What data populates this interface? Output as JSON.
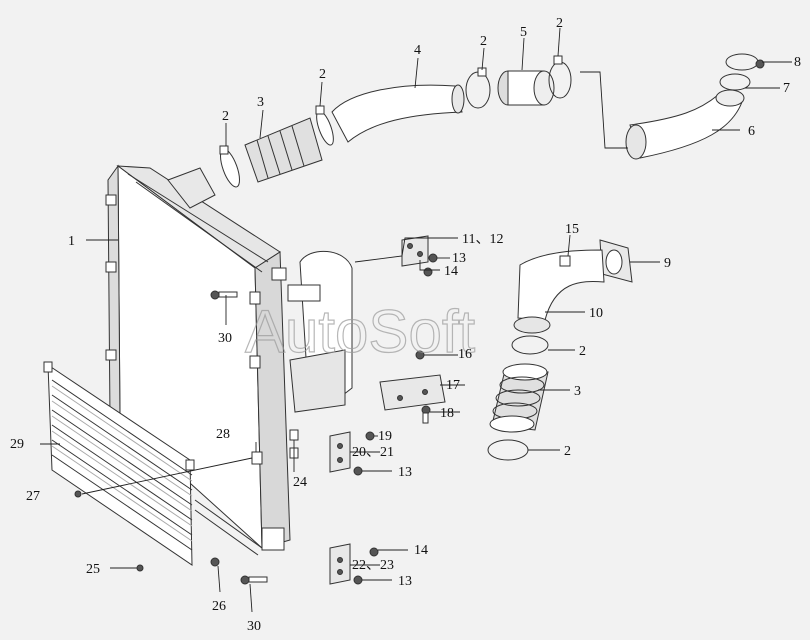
{
  "watermark": "AutoSoft",
  "colors": {
    "background": "#f2f2f2",
    "line": "#222222",
    "part_fill": "#ffffff",
    "shade": "#d8d8d8"
  },
  "callouts": [
    {
      "id": "c1",
      "text": "1"
    },
    {
      "id": "c2a",
      "text": "2"
    },
    {
      "id": "c3a",
      "text": "3"
    },
    {
      "id": "c2b",
      "text": "2"
    },
    {
      "id": "c4",
      "text": "4"
    },
    {
      "id": "c2c",
      "text": "2"
    },
    {
      "id": "c5",
      "text": "5"
    },
    {
      "id": "c2d",
      "text": "2"
    },
    {
      "id": "c8",
      "text": "8"
    },
    {
      "id": "c7",
      "text": "7"
    },
    {
      "id": "c6",
      "text": "6"
    },
    {
      "id": "c1112",
      "text": "11、12"
    },
    {
      "id": "c13a",
      "text": "13"
    },
    {
      "id": "c14a",
      "text": "14"
    },
    {
      "id": "c15",
      "text": "15"
    },
    {
      "id": "c9",
      "text": "9"
    },
    {
      "id": "c10",
      "text": "10"
    },
    {
      "id": "c30a",
      "text": "30"
    },
    {
      "id": "c2e",
      "text": "2"
    },
    {
      "id": "c16",
      "text": "16"
    },
    {
      "id": "c3b",
      "text": "3"
    },
    {
      "id": "c17",
      "text": "17"
    },
    {
      "id": "c18",
      "text": "18"
    },
    {
      "id": "c2f",
      "text": "2"
    },
    {
      "id": "c29",
      "text": "29"
    },
    {
      "id": "c28",
      "text": "28"
    },
    {
      "id": "c19",
      "text": "19"
    },
    {
      "id": "c2021",
      "text": "20、21"
    },
    {
      "id": "c13b",
      "text": "13"
    },
    {
      "id": "c24",
      "text": "24"
    },
    {
      "id": "c27",
      "text": "27"
    },
    {
      "id": "c14b",
      "text": "14"
    },
    {
      "id": "c2223",
      "text": "22、23"
    },
    {
      "id": "c13c",
      "text": "13"
    },
    {
      "id": "c25",
      "text": "25"
    },
    {
      "id": "c26",
      "text": "26"
    },
    {
      "id": "c30b",
      "text": "30"
    }
  ]
}
